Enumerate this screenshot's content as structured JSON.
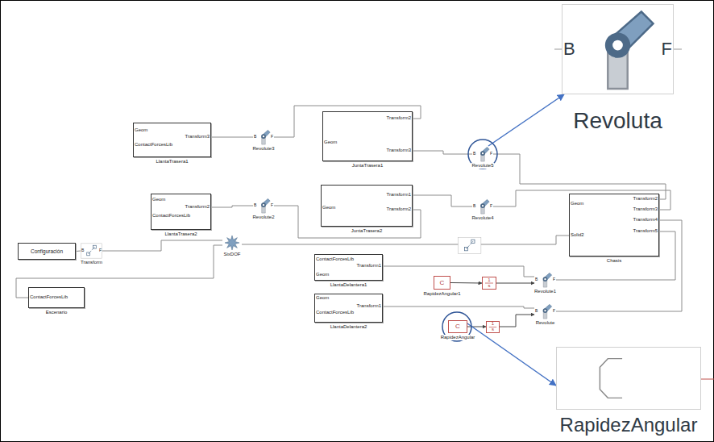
{
  "diagram": {
    "nodes": [
      {
        "text": [
          "Geom",
          "ContactForcesLib",
          "Transform3",
          "LlantaTrasera1"
        ]
      },
      {
        "text": [
          "B",
          "F",
          "Revolute3"
        ]
      },
      {
        "text": [
          "Geom",
          "Transform2",
          "Transform3",
          "JuntaTrasera1"
        ]
      },
      {
        "text": [
          "B",
          "F",
          "Revolute5"
        ]
      },
      {
        "text": [
          "B",
          "F",
          "Revoluta"
        ]
      },
      {
        "text": [
          "Geom",
          "ContactForcesLib",
          "Transform2",
          "LlantaTrasera2"
        ]
      },
      {
        "text": [
          "B",
          "F",
          "Revolute2"
        ]
      },
      {
        "text": [
          "Geom",
          "Transform1",
          "Transform2",
          "JuntaTrasera2"
        ]
      },
      {
        "text": [
          "B",
          "F",
          "Revolute4"
        ]
      },
      {
        "text": [
          "Geom",
          "Solid2",
          "Transform2",
          "Transform3",
          "Transform4",
          "Transform5",
          "Chasis"
        ]
      },
      {
        "text": [
          "Configuración"
        ]
      },
      {
        "text": [
          "B",
          "F",
          "Transform"
        ]
      },
      {
        "text": [
          "SixDOF"
        ]
      },
      {
        "text": [
          "ContactForcesLib",
          "Escenario"
        ]
      },
      {
        "text": [
          "ContactForcesLib",
          "Geom",
          "Transform1",
          "LlantaDelantera1"
        ]
      },
      {
        "text": [
          "Geom",
          "ContactForcesLib",
          "Transform1",
          "LlantaDelantera2"
        ]
      },
      {
        "text": [
          "C",
          "RapidezAngular1"
        ]
      },
      {
        "text": [
          "1",
          "s"
        ]
      },
      {
        "text": [
          "B",
          "F",
          "Revolute1"
        ]
      },
      {
        "text": [
          "C",
          "RapidezAngular"
        ]
      },
      {
        "text": [
          "1",
          "s"
        ]
      },
      {
        "text": [
          "B",
          "F",
          "Revolute"
        ]
      },
      {
        "text": [
          "RapidezAngular"
        ]
      }
    ],
    "edges": [
      {
        "from": 0,
        "to": 1,
        "arrow": "none"
      },
      {
        "from": 1,
        "to": 2,
        "arrow": "none"
      },
      {
        "from": 2,
        "to": 3,
        "arrow": "none"
      },
      {
        "from": 3,
        "to": 9,
        "arrow": "none"
      },
      {
        "from": 3,
        "to": 4,
        "arrow": "to"
      },
      {
        "from": 5,
        "to": 6,
        "arrow": "none"
      },
      {
        "from": 6,
        "to": 7,
        "arrow": "none"
      },
      {
        "from": 7,
        "to": 8,
        "arrow": "none"
      },
      {
        "from": 8,
        "to": 9,
        "arrow": "none"
      },
      {
        "from": 10,
        "to": 11,
        "arrow": "none"
      },
      {
        "from": 11,
        "to": 12,
        "arrow": "none"
      },
      {
        "from": 13,
        "to": 12,
        "arrow": "none"
      },
      {
        "from": 12,
        "to": 9,
        "arrow": "none"
      },
      {
        "from": 14,
        "to": 18,
        "arrow": "none"
      },
      {
        "from": 18,
        "to": 9,
        "arrow": "none"
      },
      {
        "from": 15,
        "to": 21,
        "arrow": "none"
      },
      {
        "from": 21,
        "to": 9,
        "arrow": "none"
      },
      {
        "from": 16,
        "to": 17,
        "arrow": "to"
      },
      {
        "from": 17,
        "to": 18,
        "arrow": "to"
      },
      {
        "from": 19,
        "to": 20,
        "arrow": "to"
      },
      {
        "from": 20,
        "to": 21,
        "arrow": "to"
      },
      {
        "from": 19,
        "to": 22,
        "arrow": "to"
      }
    ]
  }
}
